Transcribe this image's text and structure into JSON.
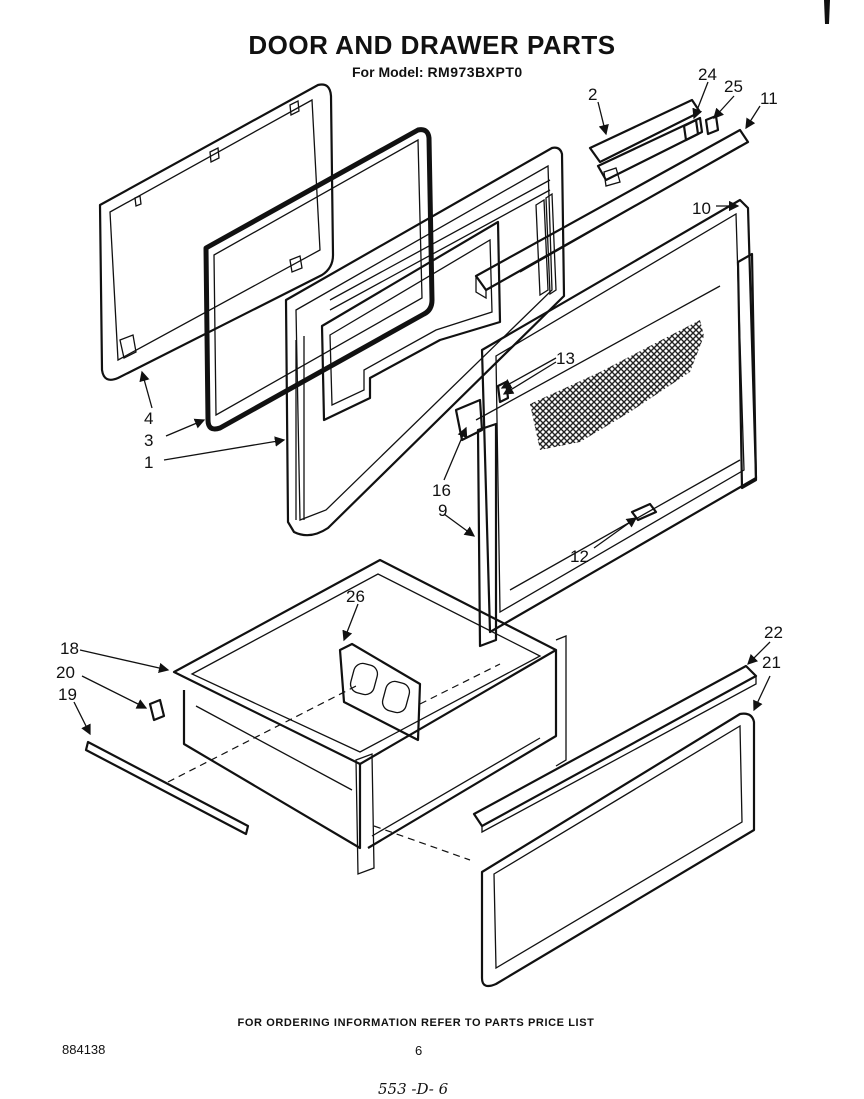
{
  "title": "DOOR AND DRAWER PARTS",
  "subtitle_prefix": "For Model:",
  "model": "RM973BXPT0",
  "footer_note": "FOR ORDERING INFORMATION REFER TO PARTS PRICE LIST",
  "doc_number": "884138",
  "page_number": "6",
  "handwritten_note": "553 -D- 6",
  "callouts": {
    "c1": "1",
    "c2": "2",
    "c3": "3",
    "c4": "4",
    "c9": "9",
    "c10": "10",
    "c11": "11",
    "c12": "12",
    "c13": "13",
    "c16": "16",
    "c18": "18",
    "c19": "19",
    "c20": "20",
    "c21": "21",
    "c22": "22",
    "c24": "24",
    "c25": "25",
    "c26": "26"
  }
}
